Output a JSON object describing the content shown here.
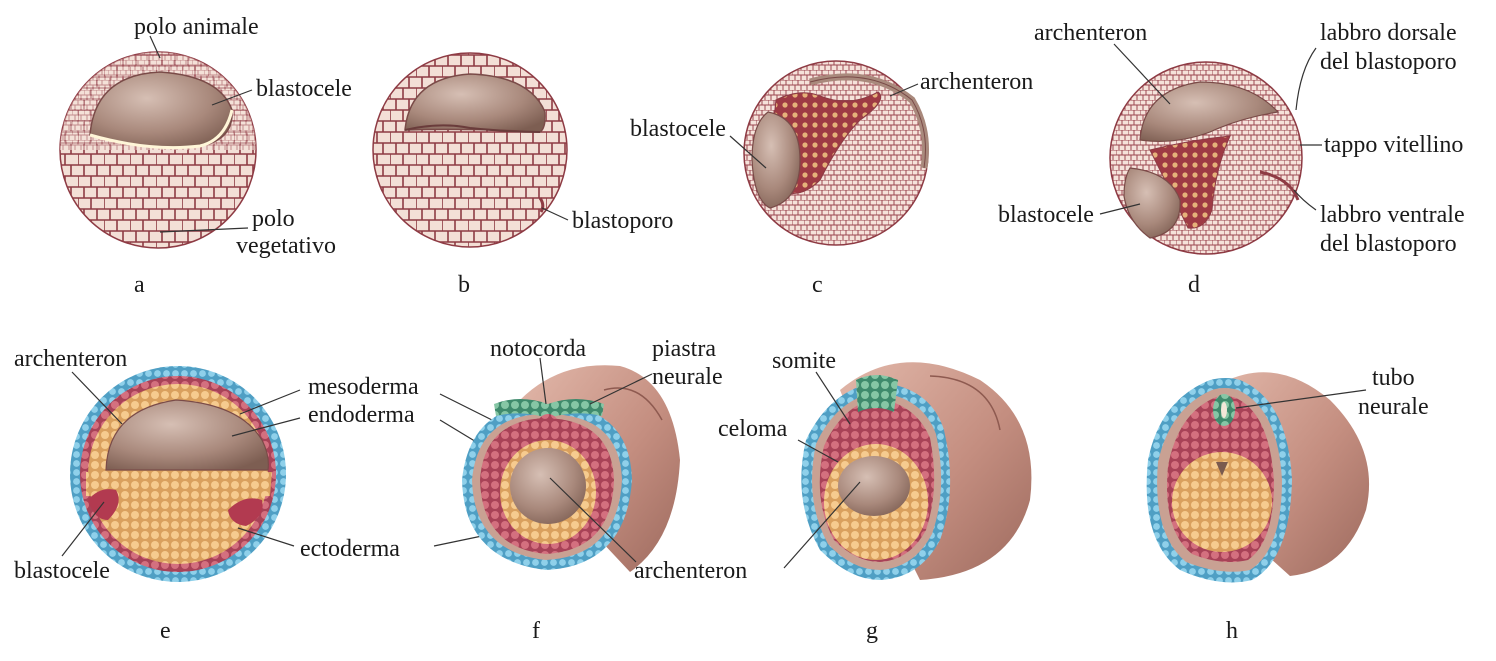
{
  "panels": {
    "a": {
      "letter": "a",
      "labels": {
        "polo_animale": "polo animale",
        "blastocele": "blastocele",
        "polo_vegetativo_1": "polo",
        "polo_vegetativo_2": "vegetativo"
      }
    },
    "b": {
      "letter": "b",
      "labels": {
        "blastoporo": "blastoporo"
      }
    },
    "c": {
      "letter": "c",
      "labels": {
        "blastocele": "blastocele",
        "archenteron": "archenteron"
      }
    },
    "d": {
      "letter": "d",
      "labels": {
        "archenteron": "archenteron",
        "blastocele": "blastocele",
        "labbro_dorsale_1": "labbro dorsale",
        "labbro_dorsale_2": "del blastoporo",
        "tappo_vitellino": "tappo vitellino",
        "labbro_ventrale_1": "labbro ventrale",
        "labbro_ventrale_2": "del  blastoporo"
      }
    },
    "e": {
      "letter": "e",
      "labels": {
        "archenteron": "archenteron",
        "blastocele": "blastocele"
      }
    },
    "f": {
      "letter": "f",
      "labels": {
        "notocorda": "notocorda",
        "piastra_neurale_1": "piastra",
        "piastra_neurale_2": "neurale",
        "archenteron": "archenteron"
      }
    },
    "g": {
      "letter": "g",
      "labels": {
        "somite": "somite",
        "celoma": "celoma"
      }
    },
    "h": {
      "letter": "h",
      "labels": {
        "tubo_neurale_1": "tubo",
        "tubo_neurale_2": "neurale"
      }
    }
  },
  "shared_labels": {
    "mesoderma": "mesoderma",
    "endoderma": "endoderma",
    "ectoderma": "ectoderma"
  },
  "colors": {
    "cell_fill": "#f3dfd6",
    "cell_outline": "#8e3b44",
    "cavity": "#a9897c",
    "ectoderm": "#6fb8d8",
    "mesoderm": "#c0566a",
    "endoderm": "#efbb74",
    "neural": "#5fa889",
    "embryo_skin": "#c48e80"
  }
}
